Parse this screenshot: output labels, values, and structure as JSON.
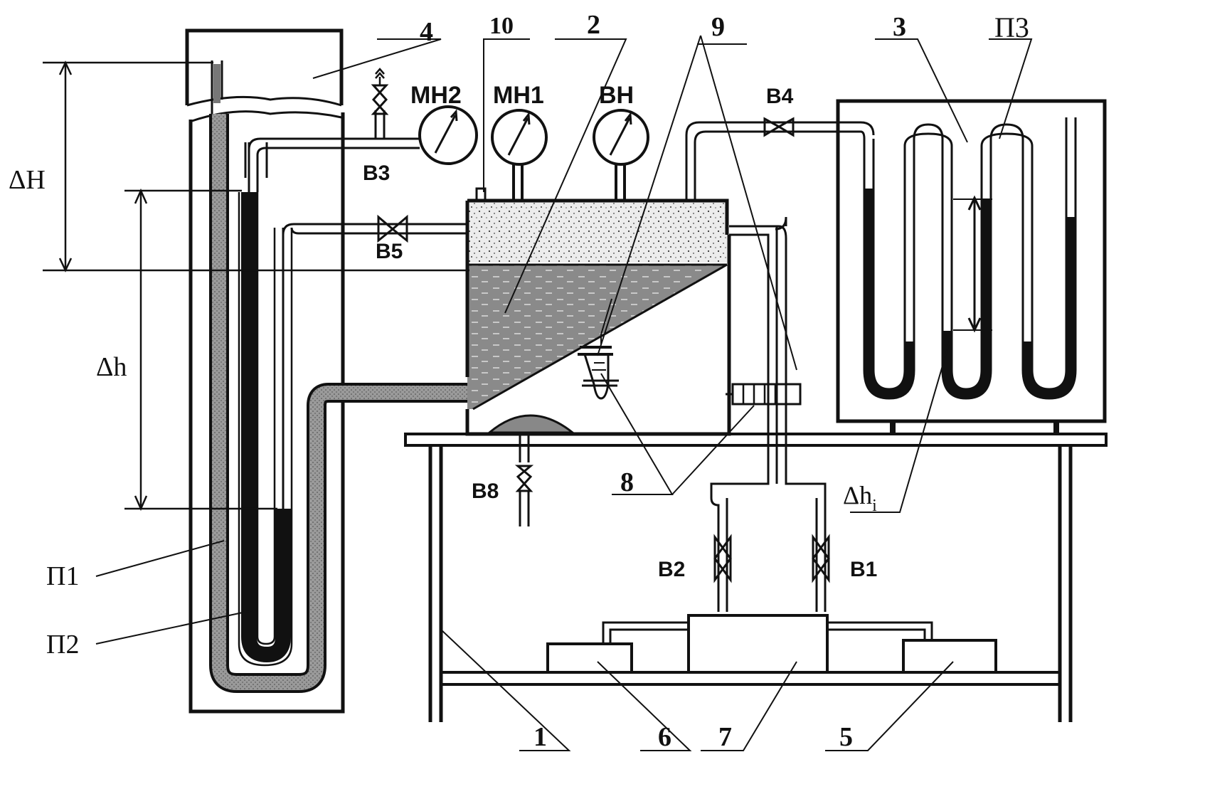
{
  "labels": {
    "n1": "1",
    "n2": "2",
    "n3": "3",
    "n4": "4",
    "n5": "5",
    "n6": "6",
    "n7": "7",
    "n8": "8",
    "n9": "9",
    "n10": "10",
    "mn1": "МН1",
    "mn2": "МН2",
    "vn": "ВН",
    "b1": "В1",
    "b2": "В2",
    "b3": "В3",
    "b4": "В4",
    "b5": "В5",
    "b8": "В8",
    "p1": "П1",
    "p2": "П2",
    "p3": "П3",
    "dH": "ΔH",
    "dh": "Δh",
    "dhi_main": "Δh",
    "dhi_sub": "i"
  }
}
